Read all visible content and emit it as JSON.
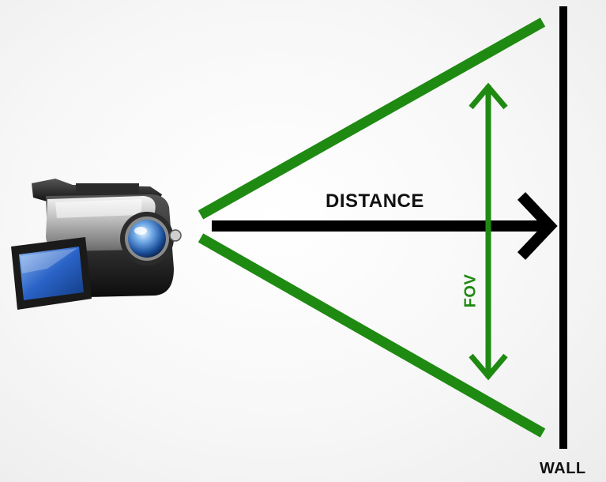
{
  "labels": {
    "distance": "DISTANCE",
    "fov": "FOV",
    "wall": "WALL"
  },
  "colors": {
    "fov_green": "#1f8a12",
    "arrow_black": "#000000",
    "screen_blue": "#2a63c7"
  },
  "icons": [
    "video-camera-icon"
  ]
}
